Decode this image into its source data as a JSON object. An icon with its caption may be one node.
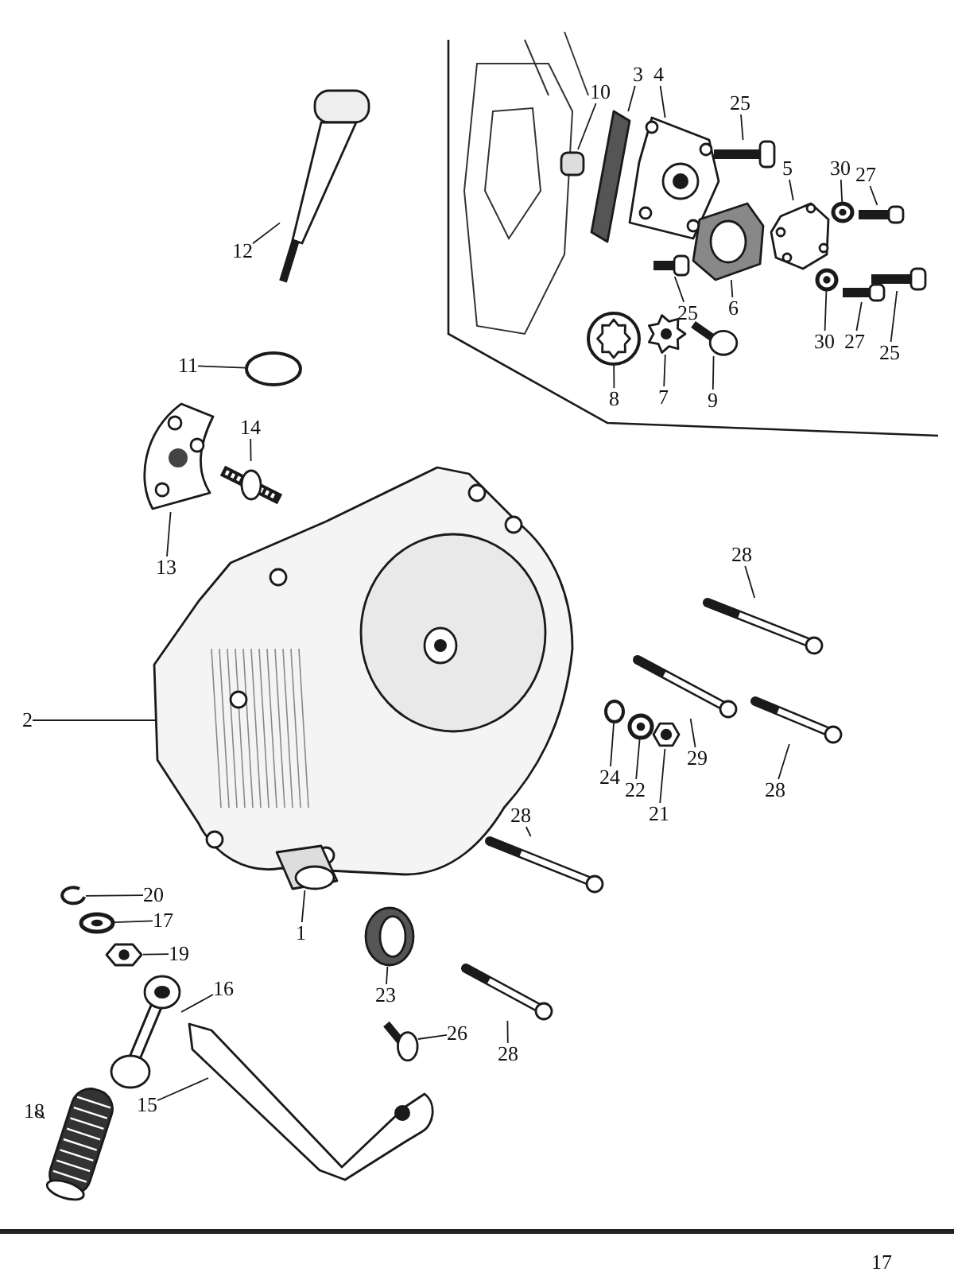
{
  "diagram": {
    "nodes": [
      {
        "text": [
          "10"
        ]
      },
      {
        "text": [],
        "shape": "cylinder"
      },
      {
        "text": [
          "3"
        ]
      },
      {
        "text": [],
        "shape": "picture"
      },
      {
        "text": [
          "4"
        ]
      },
      {
        "text": [],
        "shape": "picture"
      },
      {
        "text": [
          "25"
        ]
      },
      {
        "text": [],
        "shape": "picture"
      },
      {
        "text": [
          "5"
        ]
      },
      {
        "text": [],
        "shape": "picture"
      },
      {
        "text": [
          "30"
        ]
      },
      {
        "text": [],
        "shape": "picture"
      },
      {
        "text": [
          "27"
        ]
      },
      {
        "text": [],
        "shape": "picture"
      },
      {
        "text": [
          "25"
        ]
      },
      {
        "text": [],
        "shape": "picture"
      },
      {
        "text": [
          "6"
        ]
      },
      {
        "text": [],
        "shape": "picture"
      },
      {
        "text": [
          "30"
        ]
      },
      {
        "text": [],
        "shape": "picture"
      },
      {
        "text": [
          "27"
        ]
      },
      {
        "text": [],
        "shape": "picture"
      },
      {
        "text": [
          "25"
        ]
      },
      {
        "text": [],
        "shape": "picture"
      },
      {
        "text": [
          "8"
        ]
      },
      {
        "text": [],
        "shape": "picture"
      },
      {
        "text": [
          "7"
        ]
      },
      {
        "text": [],
        "shape": "picture"
      },
      {
        "text": [
          "9"
        ]
      },
      {
        "text": [],
        "shape": "picture"
      },
      {
        "text": [
          "12"
        ]
      },
      {
        "text": [],
        "shape": "picture"
      },
      {
        "text": [
          "11"
        ]
      },
      {
        "text": [],
        "shape": "circle"
      },
      {
        "text": [
          "14"
        ]
      },
      {
        "text": [],
        "shape": "picture"
      },
      {
        "text": [
          "13"
        ]
      },
      {
        "text": [],
        "shape": "picture"
      },
      {
        "text": [
          "28"
        ]
      },
      {
        "text": [],
        "shape": "picture"
      },
      {
        "text": [
          "2"
        ]
      },
      {
        "text": [],
        "shape": "picture"
      },
      {
        "text": [
          "29"
        ]
      },
      {
        "text": [],
        "shape": "picture"
      },
      {
        "text": [
          "24"
        ]
      },
      {
        "text": [],
        "shape": "circle"
      },
      {
        "text": [
          "22"
        ]
      },
      {
        "text": [],
        "shape": "picture"
      },
      {
        "text": [
          "21"
        ]
      },
      {
        "text": [],
        "shape": "picture"
      },
      {
        "text": [
          "28"
        ]
      },
      {
        "text": [],
        "shape": "picture"
      },
      {
        "text": [
          "28"
        ]
      },
      {
        "text": [],
        "shape": "picture"
      },
      {
        "text": [
          "20"
        ]
      },
      {
        "text": [],
        "shape": "picture"
      },
      {
        "text": [
          "17"
        ]
      },
      {
        "text": [],
        "shape": "picture"
      },
      {
        "text": [
          "1"
        ]
      },
      {
        "text": [],
        "shape": "picture"
      },
      {
        "text": [
          "19"
        ]
      },
      {
        "text": [],
        "shape": "picture"
      },
      {
        "text": [
          "23"
        ]
      },
      {
        "text": [],
        "shape": "picture"
      },
      {
        "text": [
          "16"
        ]
      },
      {
        "text": [],
        "shape": "picture"
      },
      {
        "text": [
          "26"
        ]
      },
      {
        "text": [],
        "shape": "picture"
      },
      {
        "text": [
          "28"
        ]
      },
      {
        "text": [],
        "shape": "picture"
      },
      {
        "text": [
          "18"
        ]
      },
      {
        "text": [],
        "shape": "picture"
      },
      {
        "text": [
          "15"
        ]
      },
      {
        "text": [],
        "shape": "picture"
      }
    ],
    "edges": [
      {
        "from": 0,
        "to": 1,
        "arrow": "none"
      },
      {
        "from": 2,
        "to": 3,
        "arrow": "none"
      },
      {
        "from": 4,
        "to": 5,
        "arrow": "none"
      },
      {
        "from": 6,
        "to": 7,
        "arrow": "none"
      },
      {
        "from": 8,
        "to": 9,
        "arrow": "none"
      },
      {
        "from": 10,
        "to": 11,
        "arrow": "none"
      },
      {
        "from": 12,
        "to": 13,
        "arrow": "none"
      },
      {
        "from": 14,
        "to": 15,
        "arrow": "none"
      },
      {
        "from": 16,
        "to": 17,
        "arrow": "none"
      },
      {
        "from": 18,
        "to": 19,
        "arrow": "none"
      },
      {
        "from": 20,
        "to": 21,
        "arrow": "none"
      },
      {
        "from": 22,
        "to": 23,
        "arrow": "none"
      },
      {
        "from": 24,
        "to": 25,
        "arrow": "none"
      },
      {
        "from": 26,
        "to": 27,
        "arrow": "none"
      },
      {
        "from": 28,
        "to": 29,
        "arrow": "none"
      },
      {
        "from": 30,
        "to": 31,
        "arrow": "none"
      },
      {
        "from": 32,
        "to": 33,
        "arrow": "none"
      },
      {
        "from": 34,
        "to": 35,
        "arrow": "none"
      },
      {
        "from": 36,
        "to": 37,
        "arrow": "none"
      },
      {
        "from": 38,
        "to": 39,
        "arrow": "none"
      },
      {
        "from": 40,
        "to": 41,
        "arrow": "none"
      },
      {
        "from": 42,
        "to": 43,
        "arrow": "none"
      },
      {
        "from": 44,
        "to": 45,
        "arrow": "none"
      },
      {
        "from": 46,
        "to": 47,
        "arrow": "none"
      },
      {
        "from": 48,
        "to": 49,
        "arrow": "none"
      },
      {
        "from": 50,
        "to": 51,
        "arrow": "none"
      },
      {
        "from": 52,
        "to": 53,
        "arrow": "none"
      },
      {
        "from": 54,
        "to": 55,
        "arrow": "none"
      },
      {
        "from": 56,
        "to": 57,
        "arrow": "none"
      },
      {
        "from": 58,
        "to": 59,
        "arrow": "none"
      },
      {
        "from": 60,
        "to": 61,
        "arrow": "none"
      },
      {
        "from": 62,
        "to": 63,
        "arrow": "none"
      },
      {
        "from": 64,
        "to": 65,
        "arrow": "none"
      },
      {
        "from": 66,
        "to": 67,
        "arrow": "none"
      },
      {
        "from": 68,
        "to": 69,
        "arrow": "none"
      },
      {
        "from": 70,
        "to": 71,
        "arrow": "none"
      },
      {
        "from": 72,
        "to": 73,
        "arrow": "none"
      }
    ],
    "labels": [
      "17"
    ]
  }
}
